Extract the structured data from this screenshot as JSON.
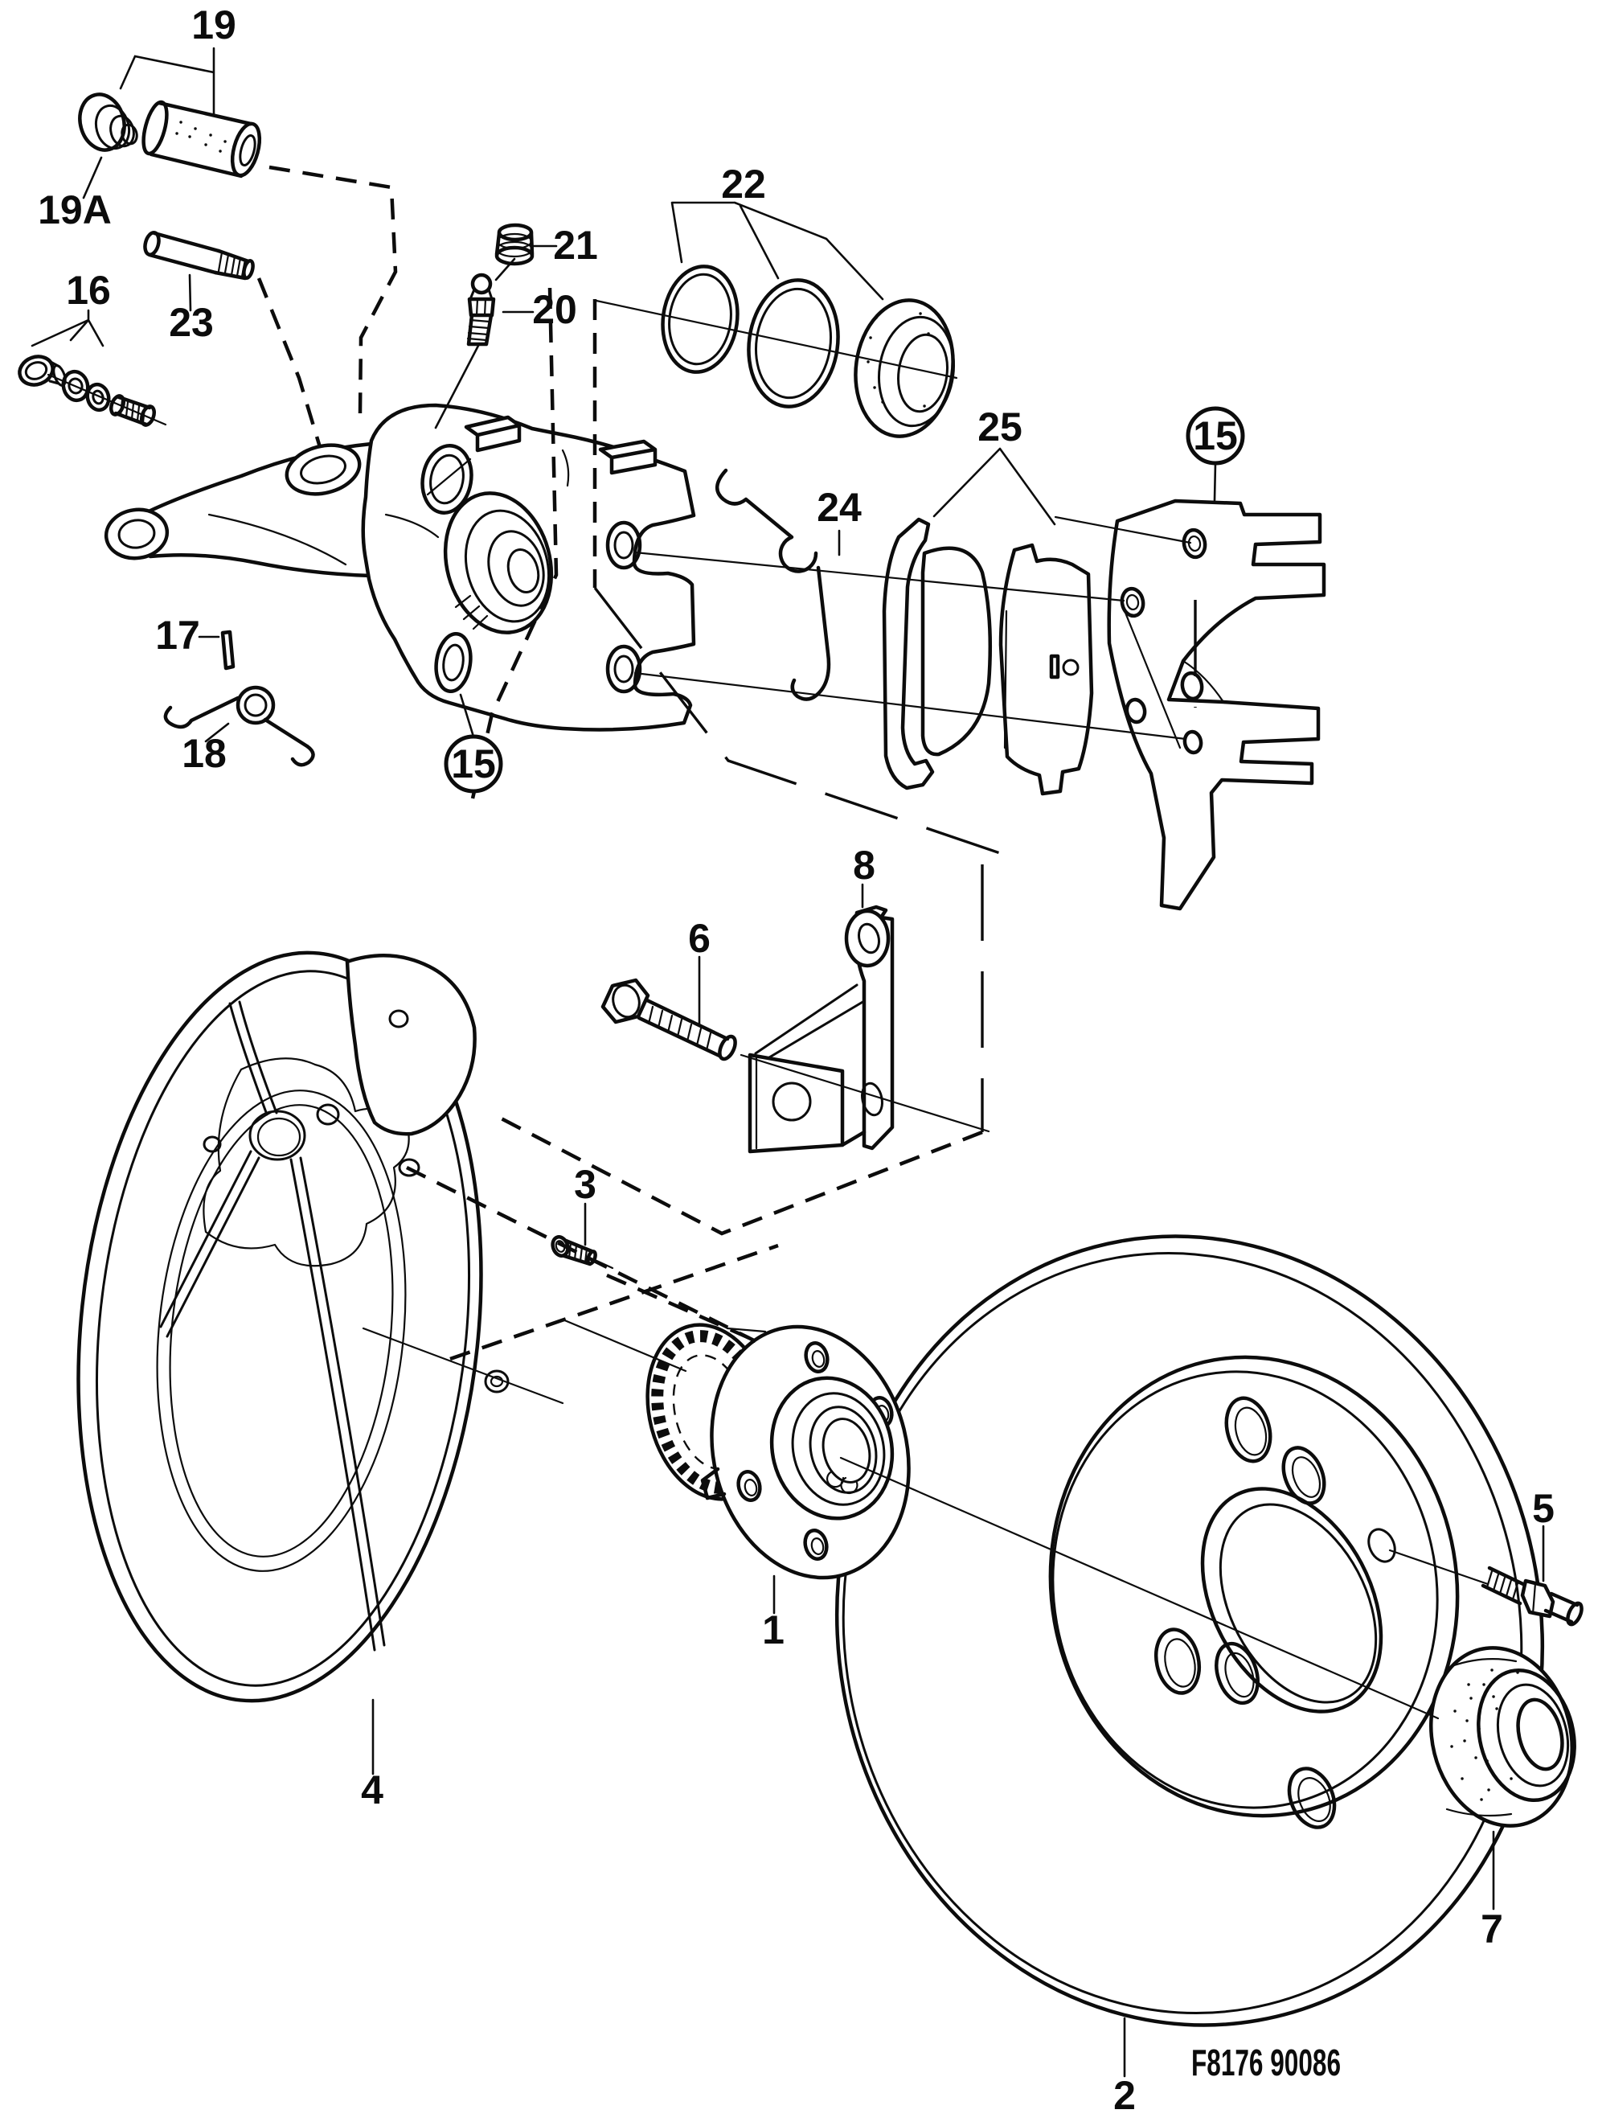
{
  "figure": {
    "code": "F8176 90086"
  },
  "colors": {
    "ink": "#0c0c0c",
    "background": "#ffffff"
  },
  "callouts": {
    "c1": {
      "label": "1"
    },
    "c2": {
      "label": "2"
    },
    "c3": {
      "label": "3"
    },
    "c4": {
      "label": "4"
    },
    "c5": {
      "label": "5"
    },
    "c6": {
      "label": "6"
    },
    "c7": {
      "label": "7"
    },
    "c8": {
      "label": "8"
    },
    "c15": {
      "label": "15"
    },
    "c16": {
      "label": "16"
    },
    "c17": {
      "label": "17"
    },
    "c18": {
      "label": "18"
    },
    "c19": {
      "label": "19"
    },
    "c19a": {
      "label": "19A"
    },
    "c20": {
      "label": "20"
    },
    "c21": {
      "label": "21"
    },
    "c22": {
      "label": "22"
    },
    "c23": {
      "label": "23"
    },
    "c24": {
      "label": "24"
    },
    "c25": {
      "label": "25"
    }
  }
}
